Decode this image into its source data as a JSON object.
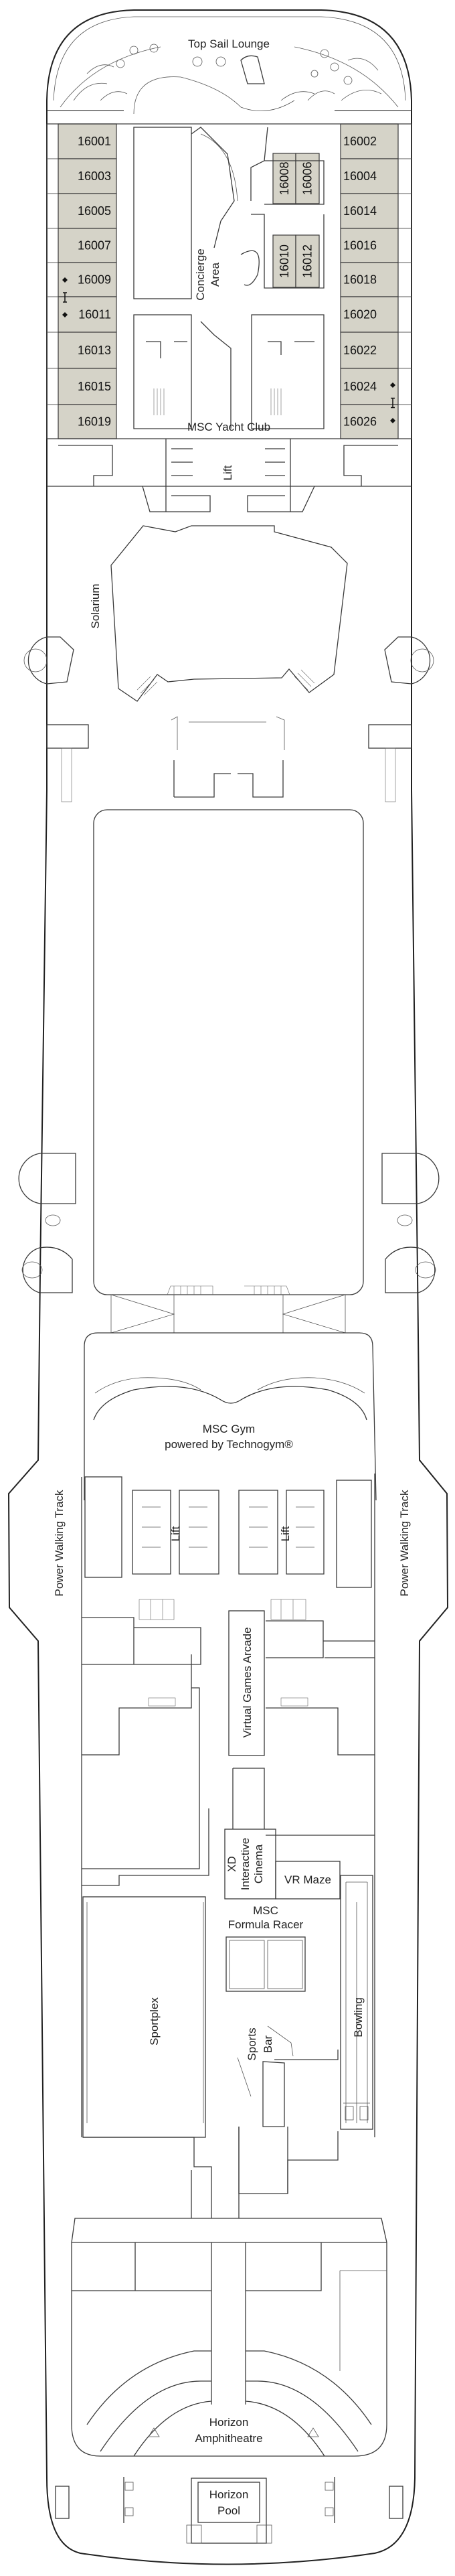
{
  "deck": {
    "colors": {
      "cabin_fill": "#d5d3c8",
      "hull_stroke": "#222222",
      "background": "#ffffff"
    },
    "venues": {
      "top_sail_lounge": "Top Sail Lounge",
      "concierge_line1": "Concierge",
      "concierge_line2": "Area",
      "msc_yacht_club": "MSC Yacht Club",
      "lift_yacht": "Lift",
      "solarium": "Solarium",
      "gym_line1": "MSC Gym",
      "gym_line2": "powered by Technogym®",
      "power_walking_left": "Power Walking Track",
      "power_walking_right": "Power Walking Track",
      "lift_fwd_left": "Lift",
      "lift_fwd_right": "Lift",
      "virtual_games": "Virtual Games Arcade",
      "xd_line1": "XD",
      "xd_line2": "Interactive",
      "xd_line3": "Cinema",
      "vr_maze": "VR Maze",
      "formula_line1": "MSC",
      "formula_line2": "Formula Racer",
      "sportplex": "Sportplex",
      "sports_bar_line1": "Sports",
      "sports_bar_line2": "Bar",
      "bowling": "Bowling",
      "amphi_line1": "Horizon",
      "amphi_line2": "Amphitheatre",
      "pool_line1": "Horizon",
      "pool_line2": "Pool"
    },
    "cabins_port": [
      "16001",
      "16003",
      "16005",
      "16007",
      "16009",
      "16011",
      "16013",
      "16015",
      "16019"
    ],
    "cabins_starboard": [
      "16002",
      "16004",
      "16014",
      "16016",
      "16018",
      "16020",
      "16022",
      "16024",
      "16026"
    ],
    "cabins_inner_upper": [
      "16008",
      "16006"
    ],
    "cabins_inner_lower": [
      "16010",
      "16012"
    ],
    "connecting_cabin_icons": [
      {
        "cabins": [
          "16009",
          "16011"
        ],
        "icon": "connecting-rooms-icon"
      },
      {
        "cabins": [
          "16024",
          "16026"
        ],
        "icon": "connecting-rooms-icon"
      }
    ]
  }
}
